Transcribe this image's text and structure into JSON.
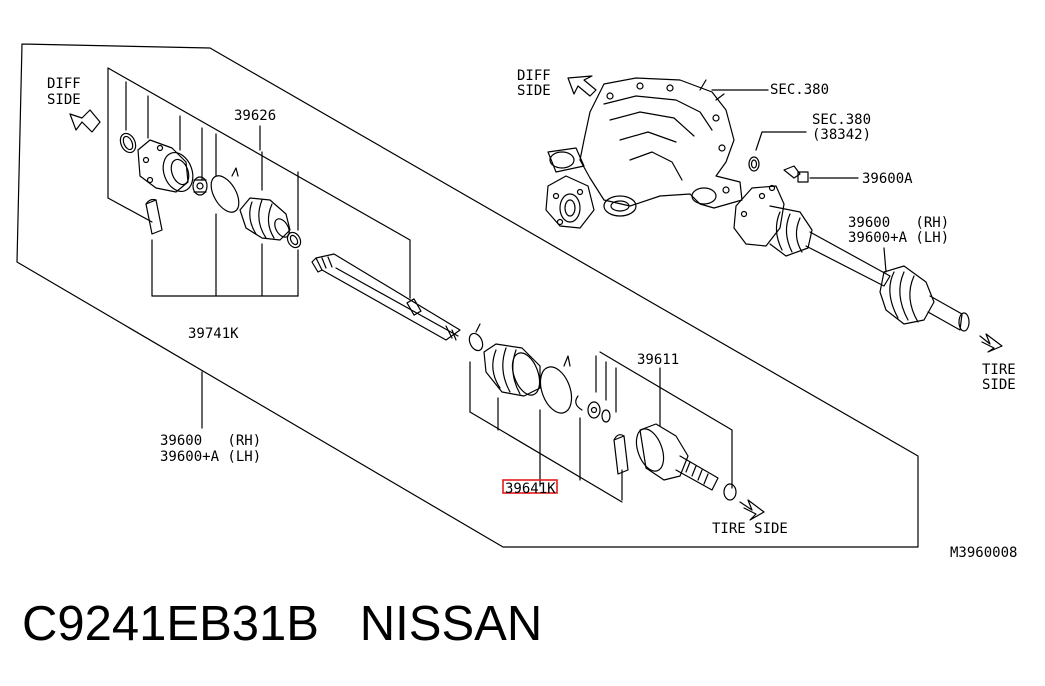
{
  "labels": {
    "diff_side_left": [
      "DIFF",
      "SIDE"
    ],
    "diff_side_right": [
      "DIFF",
      "SIDE"
    ],
    "sec380_a": "SEC.380",
    "sec380_b": "SEC.380",
    "sec380_b_sub": "(38342)",
    "part_39600A": "39600A",
    "part_39600_rh_right": "39600   (RH)",
    "part_39600A_lh_right": "39600+A (LH)",
    "part_39626": "39626",
    "part_39741K": "39741K",
    "part_39600_rh_left": "39600   (RH)",
    "part_39600A_lh_left": "39600+A (LH)",
    "part_39611": "39611",
    "part_39641K": "39641K",
    "tire_side_bottom": "TIRE SIDE",
    "tire_side_right": [
      "TIRE",
      "SIDE"
    ],
    "ref_code": "M3960008"
  },
  "highlight_color": "#e21b1b",
  "caption": "C9241EB31B   NISSAN"
}
